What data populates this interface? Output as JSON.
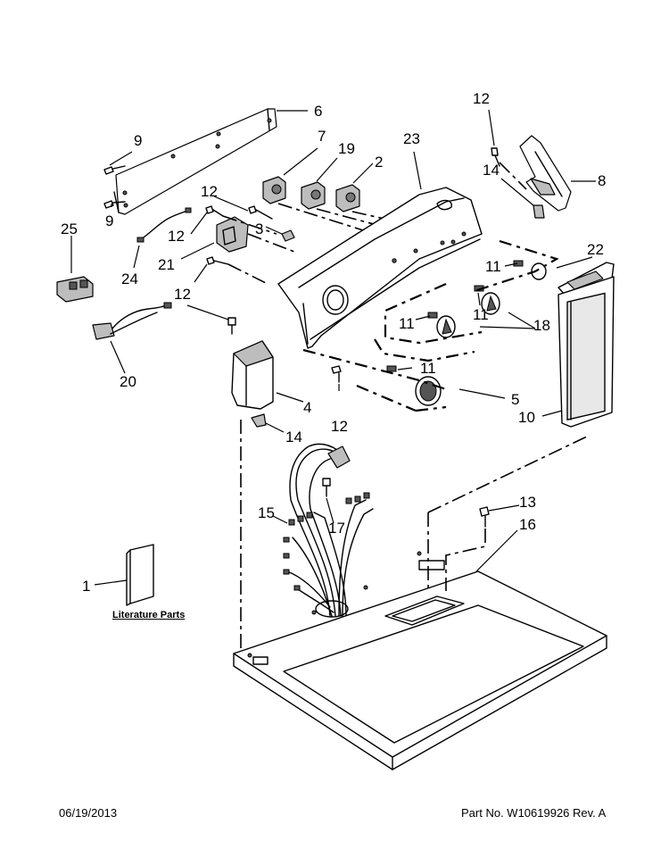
{
  "diagram": {
    "callouts": [
      {
        "id": "c6",
        "text": "6"
      },
      {
        "id": "c9a",
        "text": "9"
      },
      {
        "id": "c9b",
        "text": "9"
      },
      {
        "id": "c7",
        "text": "7"
      },
      {
        "id": "c19",
        "text": "19"
      },
      {
        "id": "c2",
        "text": "2"
      },
      {
        "id": "c23",
        "text": "23"
      },
      {
        "id": "c12a",
        "text": "12"
      },
      {
        "id": "c8",
        "text": "8"
      },
      {
        "id": "c14a",
        "text": "14"
      },
      {
        "id": "c12b",
        "text": "12"
      },
      {
        "id": "c12c",
        "text": "12"
      },
      {
        "id": "c3",
        "text": "3"
      },
      {
        "id": "c25",
        "text": "25"
      },
      {
        "id": "c21",
        "text": "21"
      },
      {
        "id": "c24",
        "text": "24"
      },
      {
        "id": "c22",
        "text": "22"
      },
      {
        "id": "c11a",
        "text": "11"
      },
      {
        "id": "c12d",
        "text": "12"
      },
      {
        "id": "c11b",
        "text": "11"
      },
      {
        "id": "c11c",
        "text": "11"
      },
      {
        "id": "c18",
        "text": "18"
      },
      {
        "id": "c20",
        "text": "20"
      },
      {
        "id": "c11d",
        "text": "11"
      },
      {
        "id": "c4",
        "text": "4"
      },
      {
        "id": "c5",
        "text": "5"
      },
      {
        "id": "c12e",
        "text": "12"
      },
      {
        "id": "c10",
        "text": "10"
      },
      {
        "id": "c14b",
        "text": "14"
      },
      {
        "id": "c13",
        "text": "13"
      },
      {
        "id": "c15",
        "text": "15"
      },
      {
        "id": "c17",
        "text": "17"
      },
      {
        "id": "c16",
        "text": "16"
      },
      {
        "id": "c1",
        "text": "1"
      }
    ],
    "literature_label": "Literature Parts"
  },
  "footer": {
    "date": "06/19/2013",
    "part_no": "Part No.  W10619926  Rev.  A"
  }
}
